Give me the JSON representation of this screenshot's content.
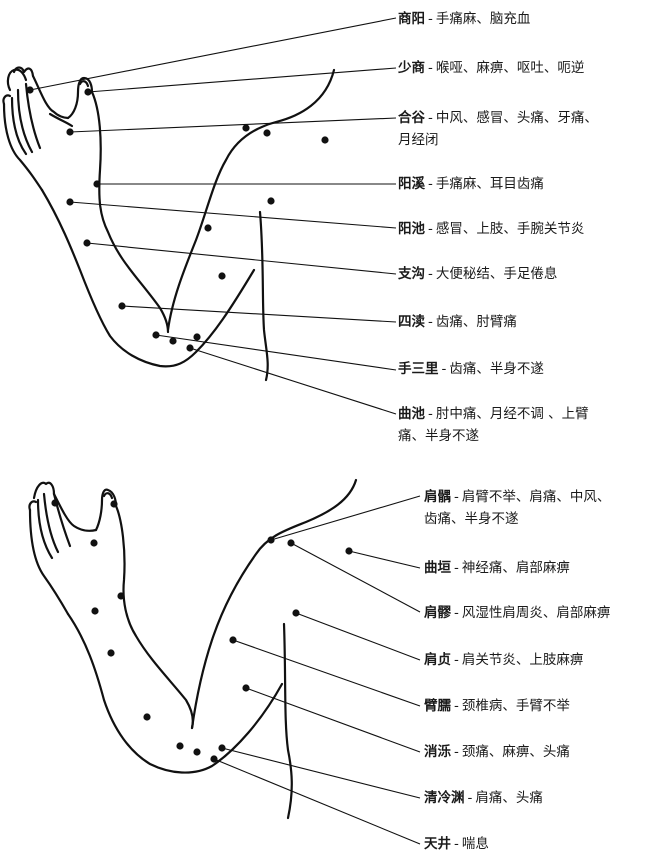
{
  "diagram": {
    "colors": {
      "ink": "#111111",
      "background": "#ffffff"
    },
    "upper_arm_view": {
      "points": [
        {
          "name": "商阳",
          "separator": "-",
          "indications": "手痛麻、脑充血",
          "line2": ""
        },
        {
          "name": "少商",
          "separator": "-",
          "indications": "喉哑、麻痹、呕吐、呃逆",
          "line2": ""
        },
        {
          "name": "合谷",
          "separator": "-",
          "indications": "中风、感冒、头痛、牙痛、",
          "line2": "月经闭"
        },
        {
          "name": "阳溪",
          "separator": "-",
          "indications": "手痛麻、耳目齿痛",
          "line2": ""
        },
        {
          "name": "阳池",
          "separator": "-",
          "indications": "感冒、上肢、手腕关节炎",
          "line2": ""
        },
        {
          "name": "支沟",
          "separator": "-",
          "indications": "大便秘结、手足倦息",
          "line2": ""
        },
        {
          "name": "四渎",
          "separator": "-",
          "indications": "齿痛、肘臂痛",
          "line2": ""
        },
        {
          "name": "手三里",
          "separator": "-",
          "indications": "齿痛、半身不遂",
          "line2": ""
        },
        {
          "name": "曲池",
          "separator": "-",
          "indications": "肘中痛、月经不调 、上臂",
          "line2": "痛、半身不遂"
        }
      ]
    },
    "lower_arm_view": {
      "points": [
        {
          "name": "肩髃",
          "separator": "-",
          "indications": "肩臂不举、肩痛、中风、",
          "line2": "齿痛、半身不遂"
        },
        {
          "name": "曲垣",
          "separator": "-",
          "indications": "神经痛、肩部麻痹",
          "line2": ""
        },
        {
          "name": "肩髎",
          "separator": "-",
          "indications": "风湿性肩周炎、肩部麻痹",
          "line2": ""
        },
        {
          "name": "肩贞",
          "separator": "-",
          "indications": "肩关节炎、上肢麻痹",
          "line2": ""
        },
        {
          "name": "臂臑",
          "separator": "-",
          "indications": "颈椎病、手臂不举",
          "line2": ""
        },
        {
          "name": "消泺",
          "separator": "-",
          "indications": "颈痛、麻痹、头痛",
          "line2": ""
        },
        {
          "name": "清冷渊",
          "separator": "-",
          "indications": "肩痛、头痛",
          "line2": ""
        },
        {
          "name": "天井",
          "separator": "-",
          "indications": "喘息",
          "line2": ""
        }
      ]
    }
  }
}
